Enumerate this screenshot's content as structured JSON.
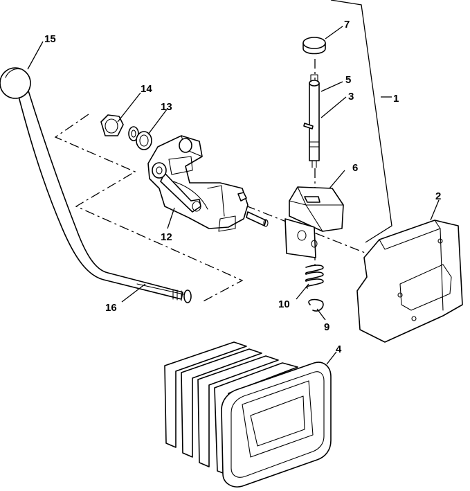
{
  "callouts": {
    "c1": "1",
    "c2": "2",
    "c3": "3",
    "c4": "4",
    "c5": "5",
    "c6": "6",
    "c7": "7",
    "c9": "9",
    "c10": "10",
    "c12": "12",
    "c13": "13",
    "c14": "14",
    "c15": "15",
    "c16": "16"
  }
}
